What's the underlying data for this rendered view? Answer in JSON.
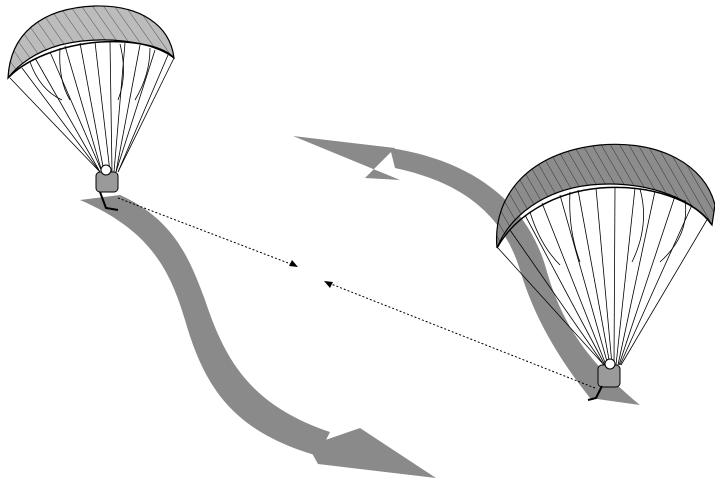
{
  "diagram": {
    "colors": {
      "background": "#ffffff",
      "trajectory": "#8a8a8a",
      "canopy_fill": "#bcbcbc",
      "canopy_dark": "#7a7a7a",
      "line": "#000000",
      "pilot": "#9a9a9a"
    },
    "pilots": [
      {
        "id": "pilot-left",
        "icon": "paraglider-icon"
      },
      {
        "id": "pilot-right",
        "icon": "paraglider-icon"
      }
    ],
    "trajectories": [
      {
        "id": "left-curved-arrow",
        "direction": "down-right"
      },
      {
        "id": "right-curved-arrow",
        "direction": "up-left"
      }
    ],
    "sight_lines": [
      {
        "id": "sight-line-left",
        "style": "dotted"
      },
      {
        "id": "sight-line-right",
        "style": "dotted"
      }
    ]
  }
}
